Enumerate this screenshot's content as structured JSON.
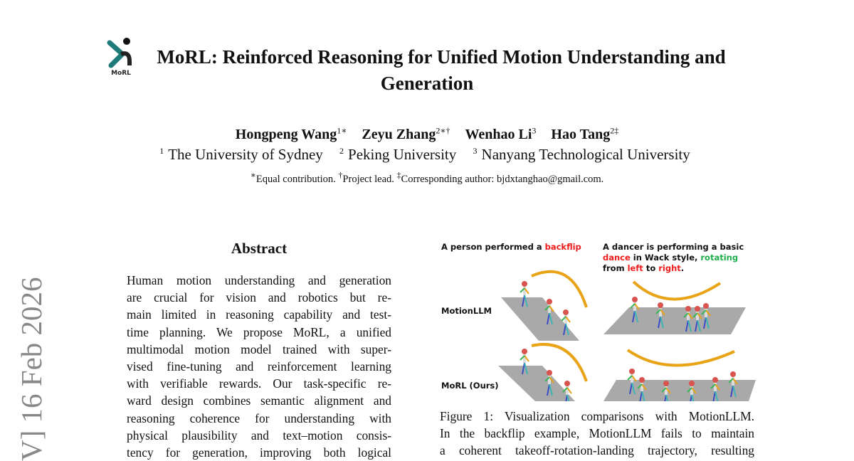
{
  "title": {
    "line1": "MoRL: Reinforced Reasoning for Unified Motion Understanding and",
    "line2": "Generation",
    "logo_text": "MoRL"
  },
  "authors": [
    {
      "name": "Hongpeng Wang",
      "sup": "1∗"
    },
    {
      "name": "Zeyu Zhang",
      "sup": "2∗†"
    },
    {
      "name": "Wenhao Li",
      "sup": "3"
    },
    {
      "name": "Hao Tang",
      "sup": "2‡"
    }
  ],
  "affiliations": [
    {
      "sup": "1",
      "name": "The University of Sydney"
    },
    {
      "sup": "2",
      "name": "Peking University"
    },
    {
      "sup": "3",
      "name": "Nanyang Technological University"
    }
  ],
  "notes": {
    "s1": "∗",
    "t1": "Equal contribution. ",
    "s2": "†",
    "t2": "Project lead. ",
    "s3": "‡",
    "t3": "Corresponding author: bjdxtanghao@gmail.com."
  },
  "arxiv_stamp": "V]  16 Feb 2026",
  "abstract": {
    "heading": "Abstract",
    "lines": [
      "Human motion understanding and generation",
      "are crucial for vision and robotics but re-",
      "main limited in reasoning capability and test-",
      "time planning. We propose MoRL, a unified",
      "multimodal motion model trained with super-",
      "vised fine-tuning and reinforcement learning",
      "with verifiable rewards. Our task-specific re-",
      "ward design combines semantic alignment and",
      "reasoning coherence for understanding with",
      "physical plausibility and text–motion consis-",
      "tency for generation, improving both logical"
    ]
  },
  "figure": {
    "prompt1": {
      "a": "A person performed a ",
      "b": "backflip"
    },
    "prompt2": {
      "l1": "A dancer is performing a basic",
      "l2a": "dance",
      "l2b": " in Wack style, ",
      "l2c": "rotating",
      "l3a": "from ",
      "l3b": "left",
      "l3c": " to ",
      "l3d": "right",
      "l3e": "."
    },
    "row1_label": "MotionLLM",
    "row2_label": "MoRL (Ours)",
    "colors": {
      "red": "#f01c1c",
      "green": "#1fae4a",
      "arc": "#e8a317",
      "floor": "#a9a9a9"
    }
  },
  "caption": {
    "lines": [
      "Figure 1: Visualization comparisons with MotionLLM.",
      "In the backflip example, MotionLLM fails to maintain",
      "a coherent takeoff-rotation-landing trajectory, resulting"
    ]
  }
}
